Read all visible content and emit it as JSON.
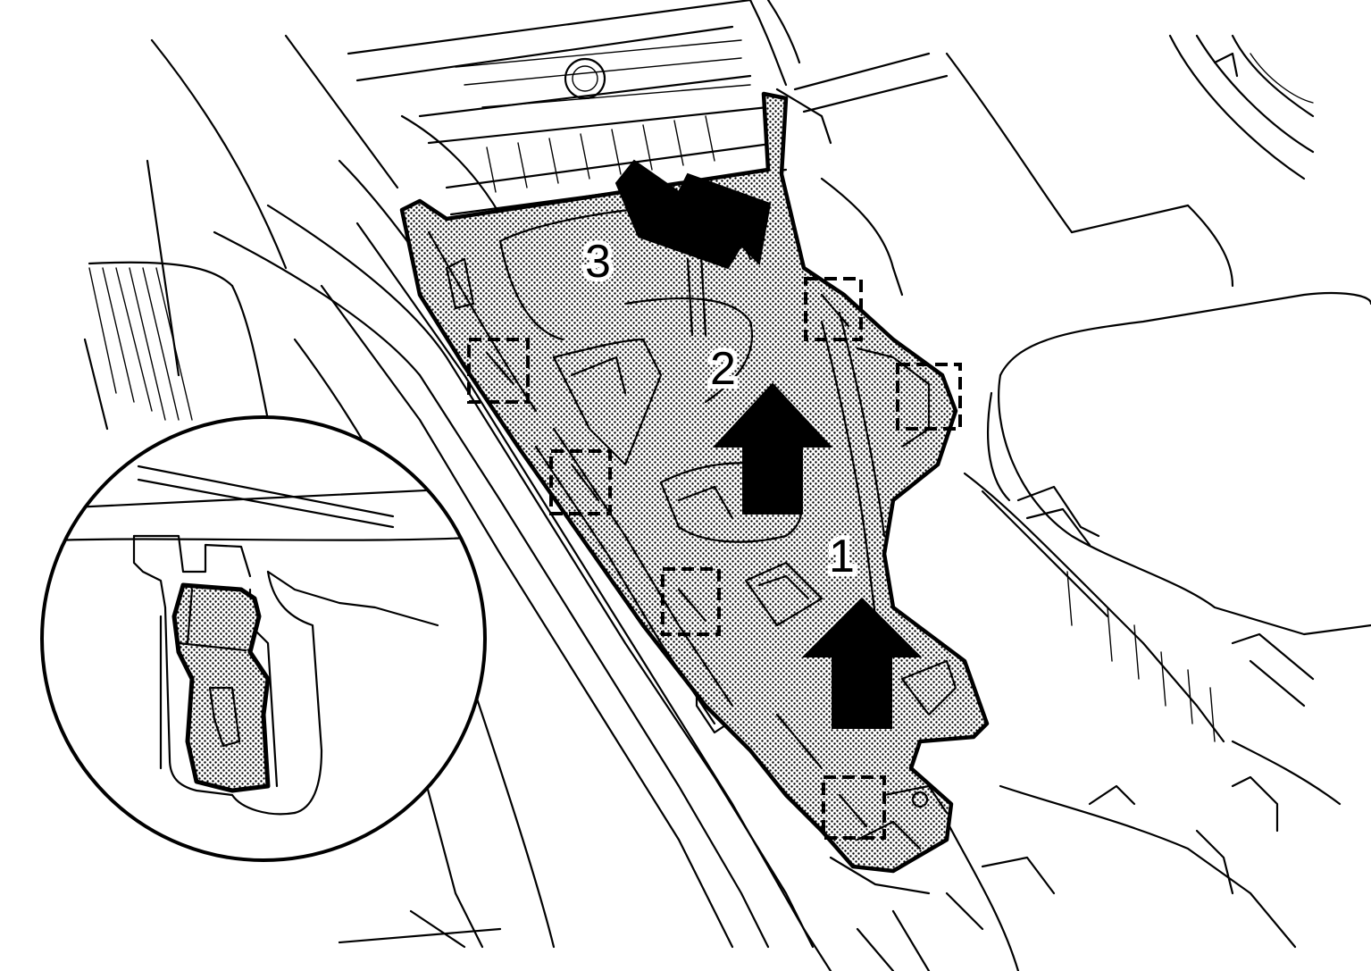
{
  "steps": [
    {
      "label": "1"
    },
    {
      "label": "2"
    },
    {
      "label": "3"
    }
  ],
  "colors": {
    "line": "#000000",
    "background": "#ffffff",
    "stipple": "#000000"
  }
}
